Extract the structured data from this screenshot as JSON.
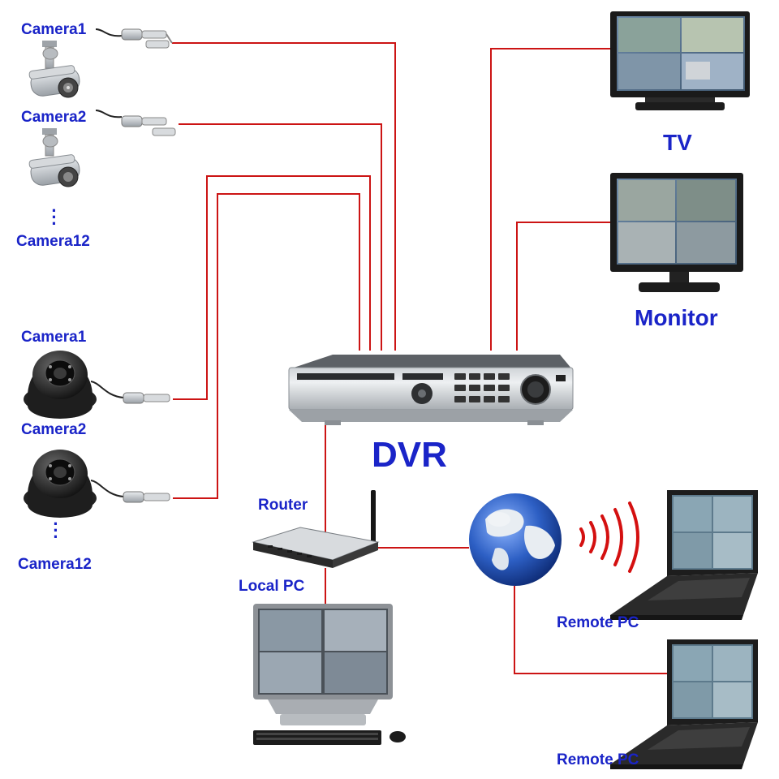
{
  "labels": {
    "bullet_camera1": "Camera1",
    "bullet_camera2": "Camera2",
    "bullet_camera12": "Camera12",
    "dome_camera1": "Camera1",
    "dome_camera2": "Camera2",
    "dome_camera12": "Camera12",
    "tv": "TV",
    "monitor": "Monitor",
    "dvr": "DVR",
    "router": "Router",
    "local_pc": "Local PC",
    "remote_pc_1": "Remote PC",
    "remote_pc_2": "Remote PC"
  },
  "colors": {
    "wire": "#cc1414",
    "label": "#1a24c8",
    "device_dark": "#1c1c1c",
    "device_silver": "#c8ccd0",
    "globe_ocean": "#2d5fc4",
    "signal": "#d41010"
  },
  "icons": {
    "bullet_camera": "bullet-camera-icon",
    "dome_camera": "dome-camera-icon",
    "dvr": "dvr-icon",
    "tv": "tv-icon",
    "monitor": "monitor-icon",
    "router": "router-icon",
    "desktop_pc": "desktop-pc-icon",
    "globe": "globe-icon",
    "laptop": "laptop-icon",
    "wireless_signal": "wireless-signal-icon"
  }
}
